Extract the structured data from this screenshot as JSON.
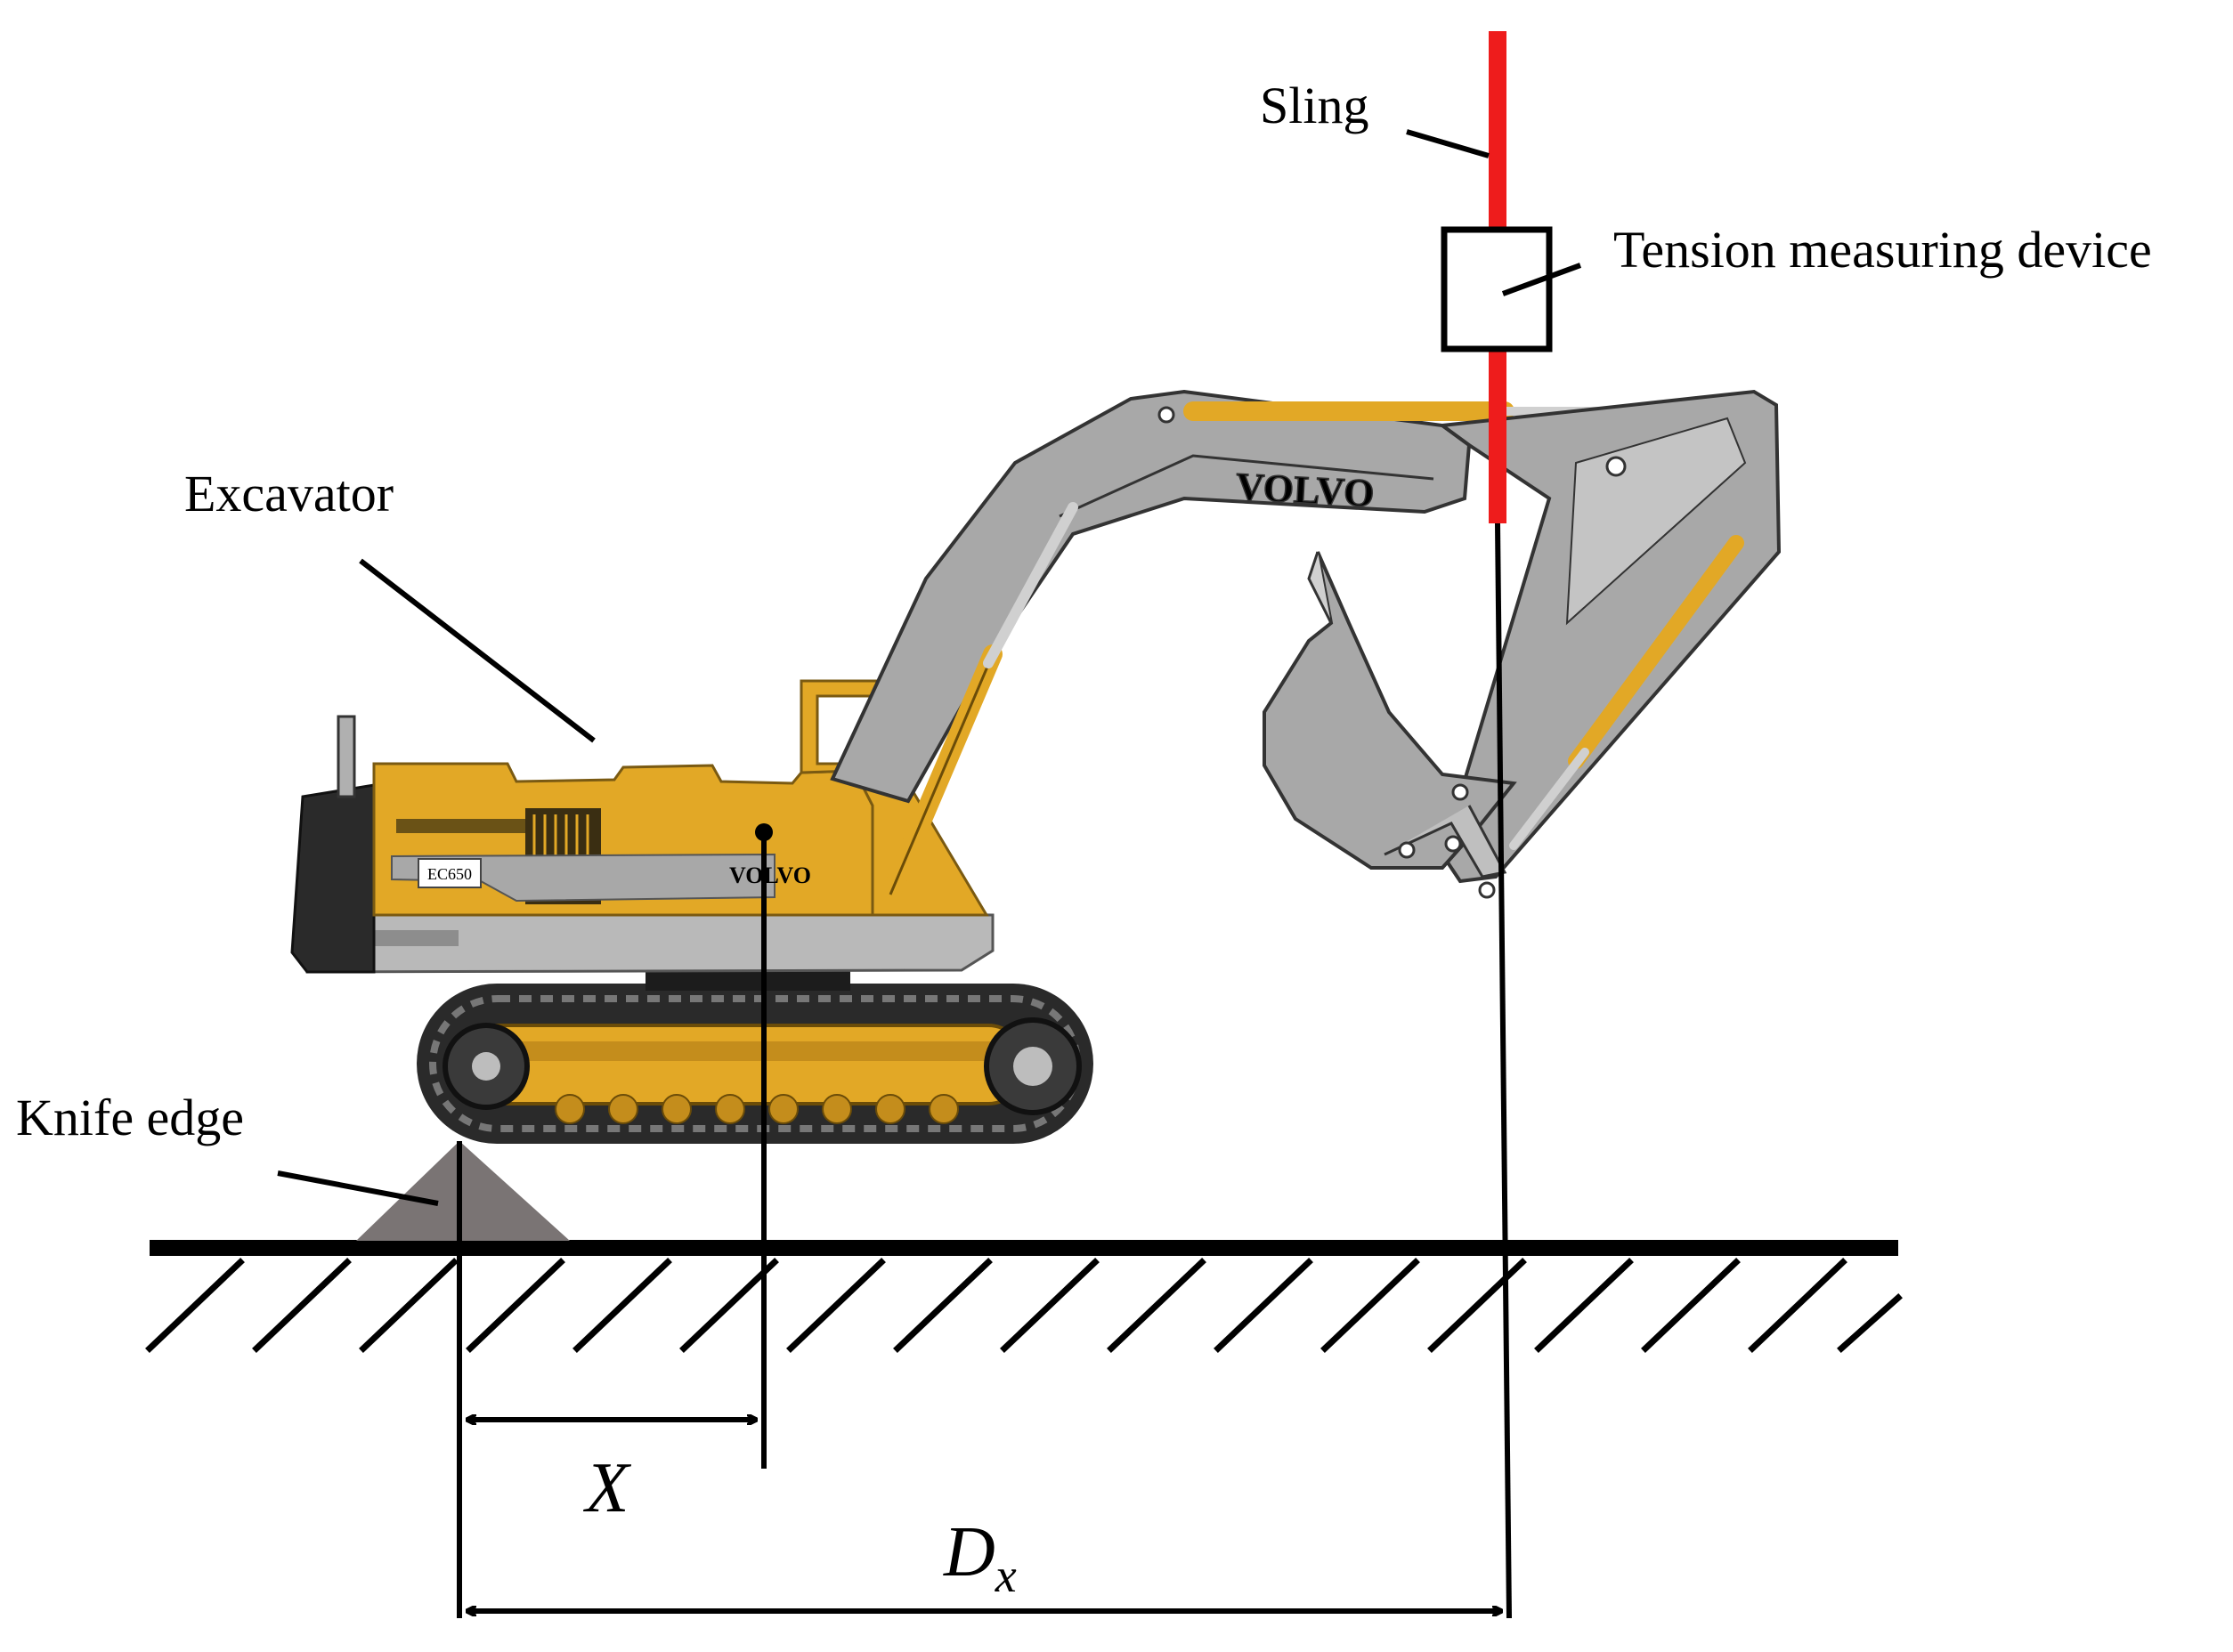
{
  "labels": {
    "sling": "Sling",
    "tension_device": "Tension measuring device",
    "excavator": "Excavator",
    "knife_edge": "Knife edge"
  },
  "dimensions": {
    "x_symbol": "X",
    "dx_symbol": "D",
    "dx_subscript": "x"
  },
  "machine": {
    "brand_boom": "VOLVO",
    "brand_body": "VOLVO",
    "model_plate": "EC650"
  },
  "colors": {
    "sling": "#ee1c1c",
    "excavator_yellow": "#e2a826",
    "excavator_gray": "#a8a8a8",
    "knife_edge": "#7a7474",
    "line": "#000000"
  }
}
